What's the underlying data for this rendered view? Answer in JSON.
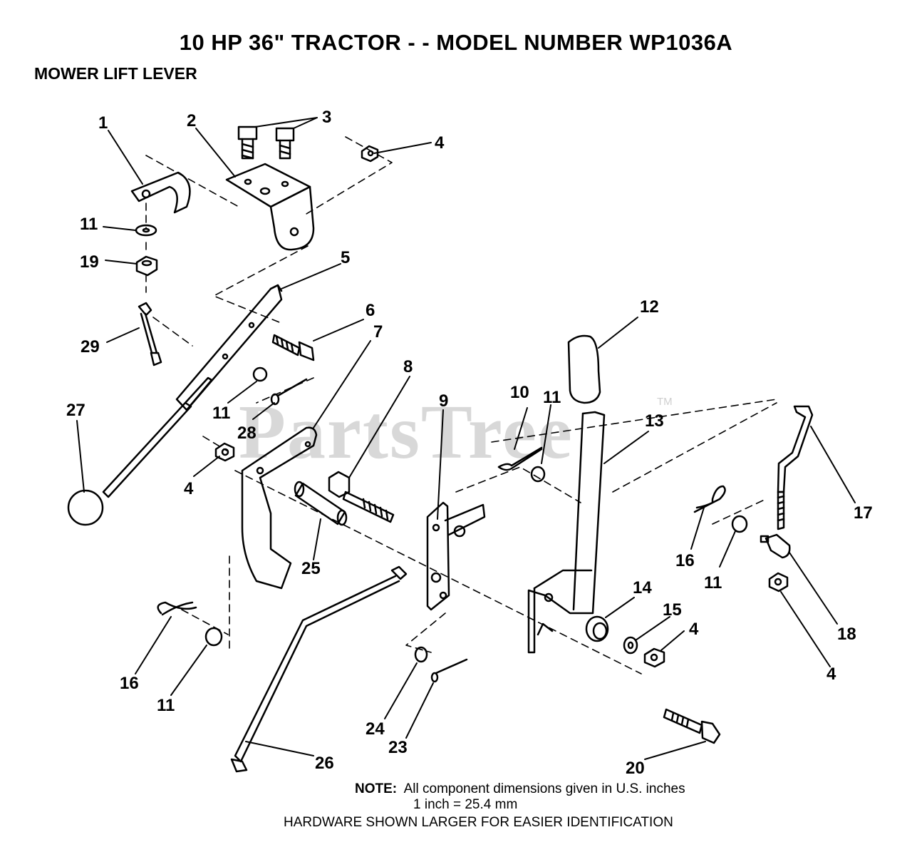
{
  "title": "10 HP 36\" TRACTOR - - MODEL NUMBER WP1036A",
  "subtitle": "MOWER LIFT LEVER",
  "watermark": {
    "text": "PartsTree",
    "tm": "TM"
  },
  "note": {
    "label": "NOTE:",
    "line1": "All component dimensions given in U.S. inches",
    "line2": "1 inch = 25.4 mm",
    "line3": "HARDWARE SHOWN LARGER FOR EASIER IDENTIFICATION"
  },
  "callouts": [
    {
      "id": "c1",
      "text": "1"
    },
    {
      "id": "c2",
      "text": "2"
    },
    {
      "id": "c3",
      "text": "3"
    },
    {
      "id": "c4a",
      "text": "4"
    },
    {
      "id": "c11a",
      "text": "11"
    },
    {
      "id": "c19",
      "text": "19"
    },
    {
      "id": "c5",
      "text": "5"
    },
    {
      "id": "c6",
      "text": "6"
    },
    {
      "id": "c7",
      "text": "7"
    },
    {
      "id": "c29",
      "text": "29"
    },
    {
      "id": "c12",
      "text": "12"
    },
    {
      "id": "c8",
      "text": "8"
    },
    {
      "id": "c10",
      "text": "10"
    },
    {
      "id": "c11b",
      "text": "11"
    },
    {
      "id": "c9",
      "text": "9"
    },
    {
      "id": "c27",
      "text": "27"
    },
    {
      "id": "c11c",
      "text": "11"
    },
    {
      "id": "c28",
      "text": "28"
    },
    {
      "id": "c13",
      "text": "13"
    },
    {
      "id": "c17",
      "text": "17"
    },
    {
      "id": "c4b",
      "text": "4"
    },
    {
      "id": "c25",
      "text": "25"
    },
    {
      "id": "c16a",
      "text": "16"
    },
    {
      "id": "c11d",
      "text": "11"
    },
    {
      "id": "c14",
      "text": "14"
    },
    {
      "id": "c15",
      "text": "15"
    },
    {
      "id": "c4c",
      "text": "4"
    },
    {
      "id": "c18",
      "text": "18"
    },
    {
      "id": "c4d",
      "text": "4"
    },
    {
      "id": "c16b",
      "text": "16"
    },
    {
      "id": "c11e",
      "text": "11"
    },
    {
      "id": "c24",
      "text": "24"
    },
    {
      "id": "c23",
      "text": "23"
    },
    {
      "id": "c26",
      "text": "26"
    },
    {
      "id": "c20",
      "text": "20"
    }
  ]
}
